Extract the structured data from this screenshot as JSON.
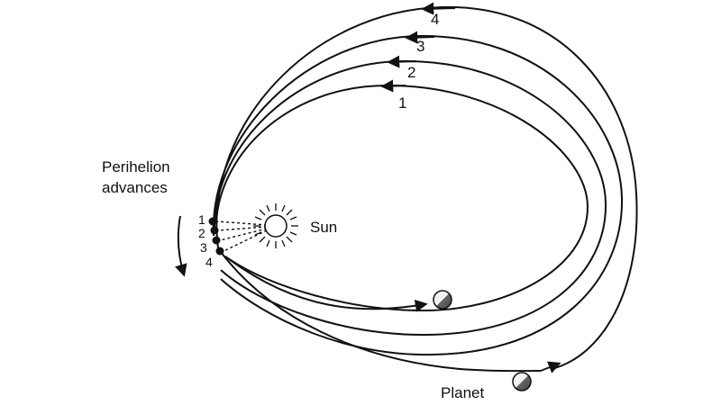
{
  "labels": {
    "perihelion_line1": "Perihelion",
    "perihelion_line2": "advances",
    "sun": "Sun",
    "planet": "Planet"
  },
  "orbits": [
    {
      "number": "1"
    },
    {
      "number": "2"
    },
    {
      "number": "3"
    },
    {
      "number": "4"
    }
  ],
  "perihelion_markers": [
    "1",
    "2",
    "3",
    "4"
  ],
  "colors": {
    "line": "#111111",
    "background": "#ffffff",
    "planet_light": "#eeeeee",
    "planet_dark": "#555555"
  }
}
